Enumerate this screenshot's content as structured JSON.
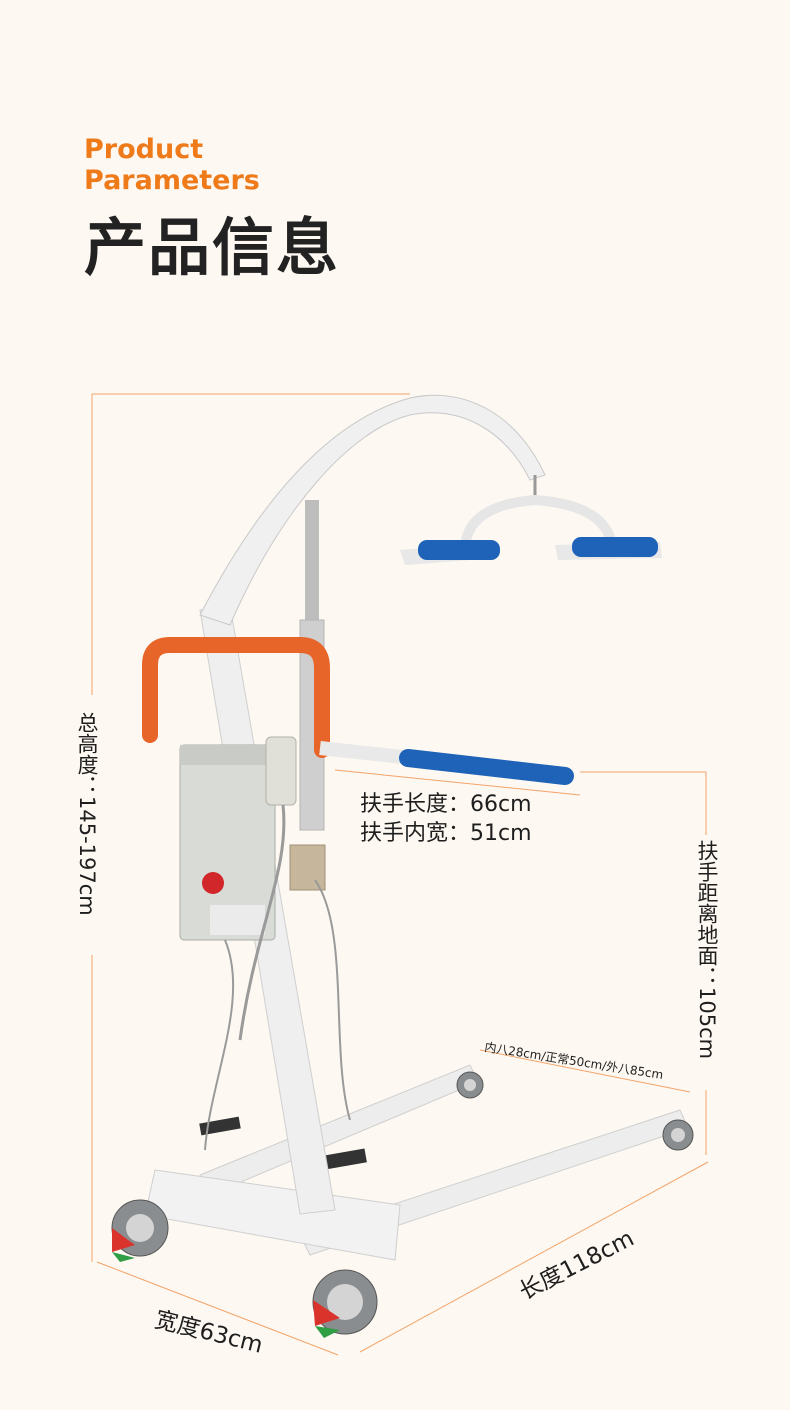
{
  "header": {
    "title_en_line1": "Product",
    "title_en_line2": "Parameters",
    "title_zh": "产品信息"
  },
  "dimensions": {
    "total_height": "总高度：145-197cm",
    "armrest_length": "扶手长度：66cm",
    "armrest_inner_width": "扶手内宽：51cm",
    "armrest_ground_distance": "扶手距离地面：105cm",
    "leg_spread": "内八28cm/正常50cm/外八85cm",
    "length": "长度118cm",
    "width": "宽度63cm"
  },
  "colors": {
    "accent_orange": "#ef7a1a",
    "background": "#fdf8f1",
    "frame_white": "#ededed",
    "handle_orange": "#e8652a",
    "pad_blue": "#1f63b8"
  }
}
